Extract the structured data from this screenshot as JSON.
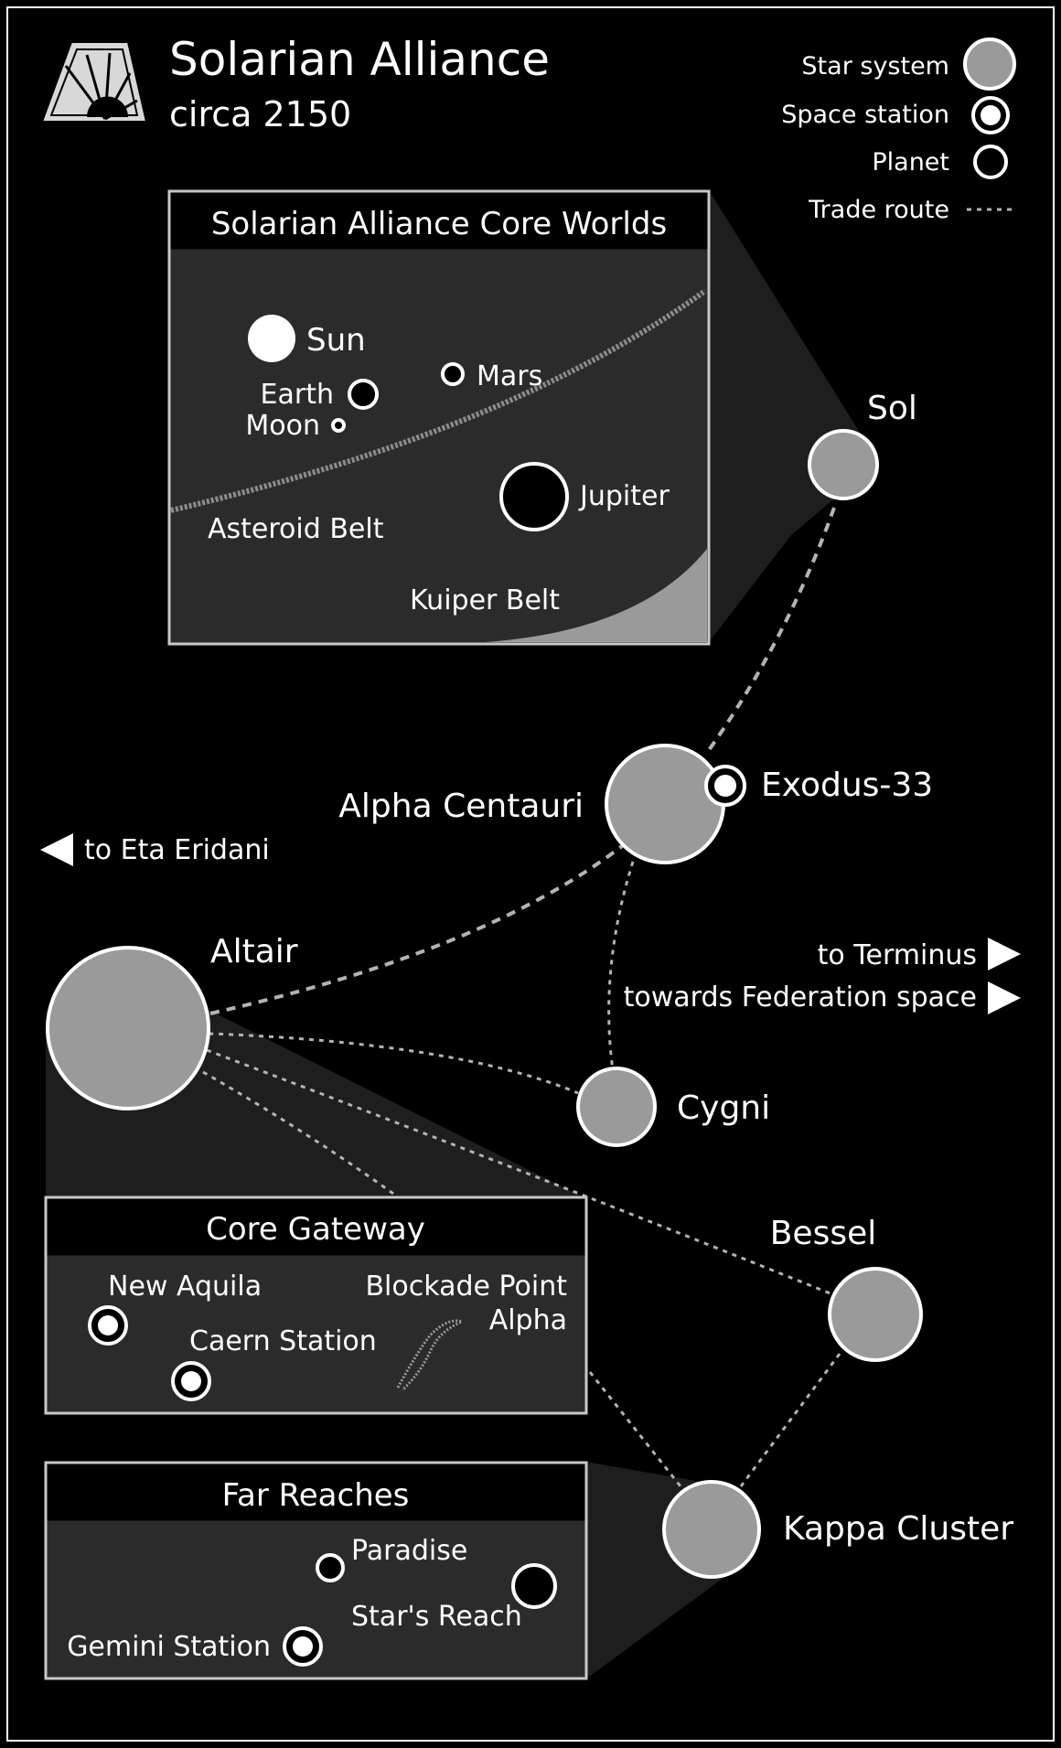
{
  "header": {
    "title": "Solarian Alliance",
    "subtitle": "circa 2150"
  },
  "legend": {
    "star_system": "Star system",
    "space_station": "Space station",
    "planet": "Planet",
    "trade_route": "Trade route"
  },
  "systems": {
    "sol": "Sol",
    "alpha_centauri": "Alpha Centauri",
    "altair": "Altair",
    "cygni": "Cygni",
    "bessel": "Bessel",
    "kappa_cluster": "Kappa Cluster"
  },
  "stations": {
    "exodus": "Exodus-33"
  },
  "directions": {
    "eta_eridani": "to Eta Eridani",
    "terminus": "to Terminus",
    "federation": "towards Federation space"
  },
  "core_worlds": {
    "title": "Solarian Alliance Core Worlds",
    "sun": "Sun",
    "earth": "Earth",
    "moon": "Moon",
    "mars": "Mars",
    "jupiter": "Jupiter",
    "asteroid_belt": "Asteroid Belt",
    "kuiper_belt": "Kuiper Belt"
  },
  "core_gateway": {
    "title": "Core Gateway",
    "new_aquila": "New Aquila",
    "caern_station": "Caern Station",
    "blockade_line1": "Blockade Point",
    "blockade_line2": "Alpha"
  },
  "far_reaches": {
    "title": "Far Reaches",
    "paradise": "Paradise",
    "stars_reach": "Star's Reach",
    "gemini_station": "Gemini Station"
  },
  "colors": {
    "background": "#000000",
    "star_fill": "#9a9a9a",
    "panel_fill": "#2b2b2b",
    "foreground": "#ffffff"
  }
}
